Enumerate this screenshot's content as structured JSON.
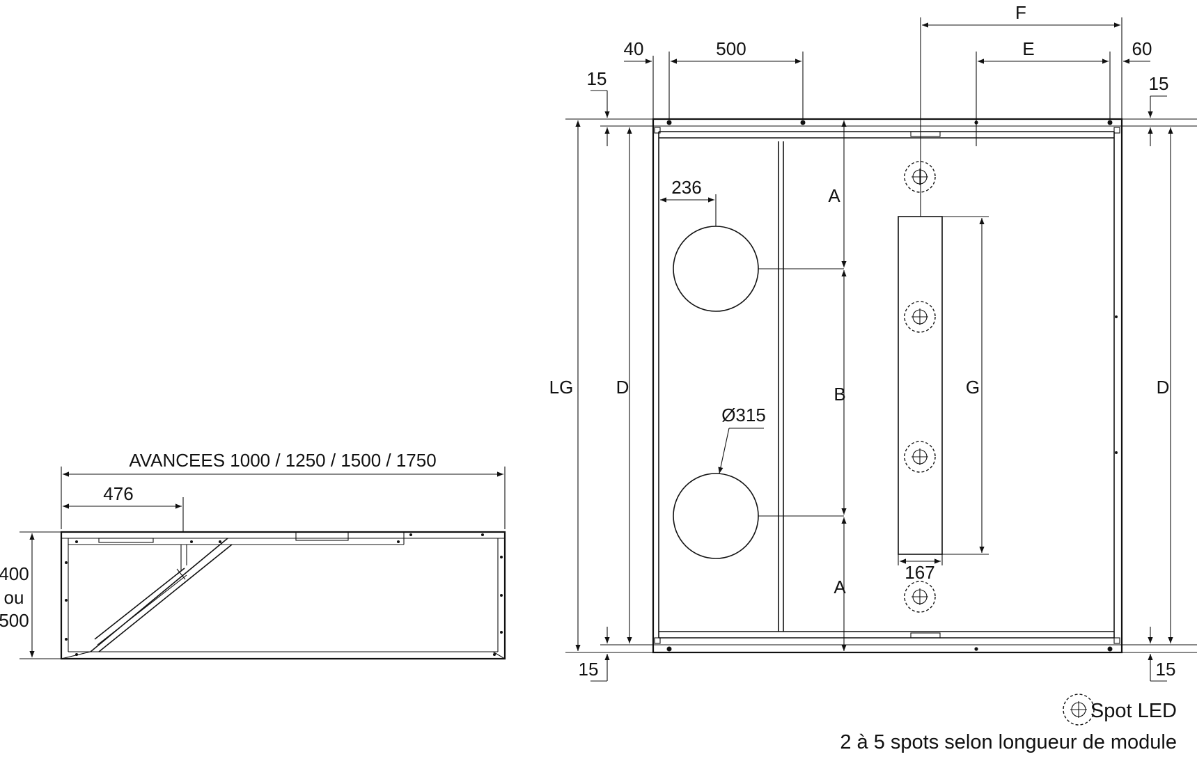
{
  "side_view": {
    "depth_label": "AVANCEES 1000 / 1250 / 1500 / 1750",
    "offset_476": "476",
    "height_line1": "400",
    "height_line2": "ou",
    "height_line3": "500"
  },
  "top_view": {
    "dim_40": "40",
    "dim_500": "500",
    "dim_F": "F",
    "dim_E": "E",
    "dim_60": "60",
    "dim_15_top_left": "15",
    "dim_15_top_right": "15",
    "dim_15_bottom_left": "15",
    "dim_15_bottom_right": "15",
    "dim_LG": "LG",
    "dim_D_left": "D",
    "dim_D_right": "D",
    "dim_A_top": "A",
    "dim_B": "B",
    "dim_A_bottom": "A",
    "dim_G": "G",
    "dim_236": "236",
    "dim_diameter": "Ø315",
    "dim_167": "167"
  },
  "legend": {
    "spot_label": "Spot LED",
    "note": "2 à 5 spots selon longueur de module"
  }
}
